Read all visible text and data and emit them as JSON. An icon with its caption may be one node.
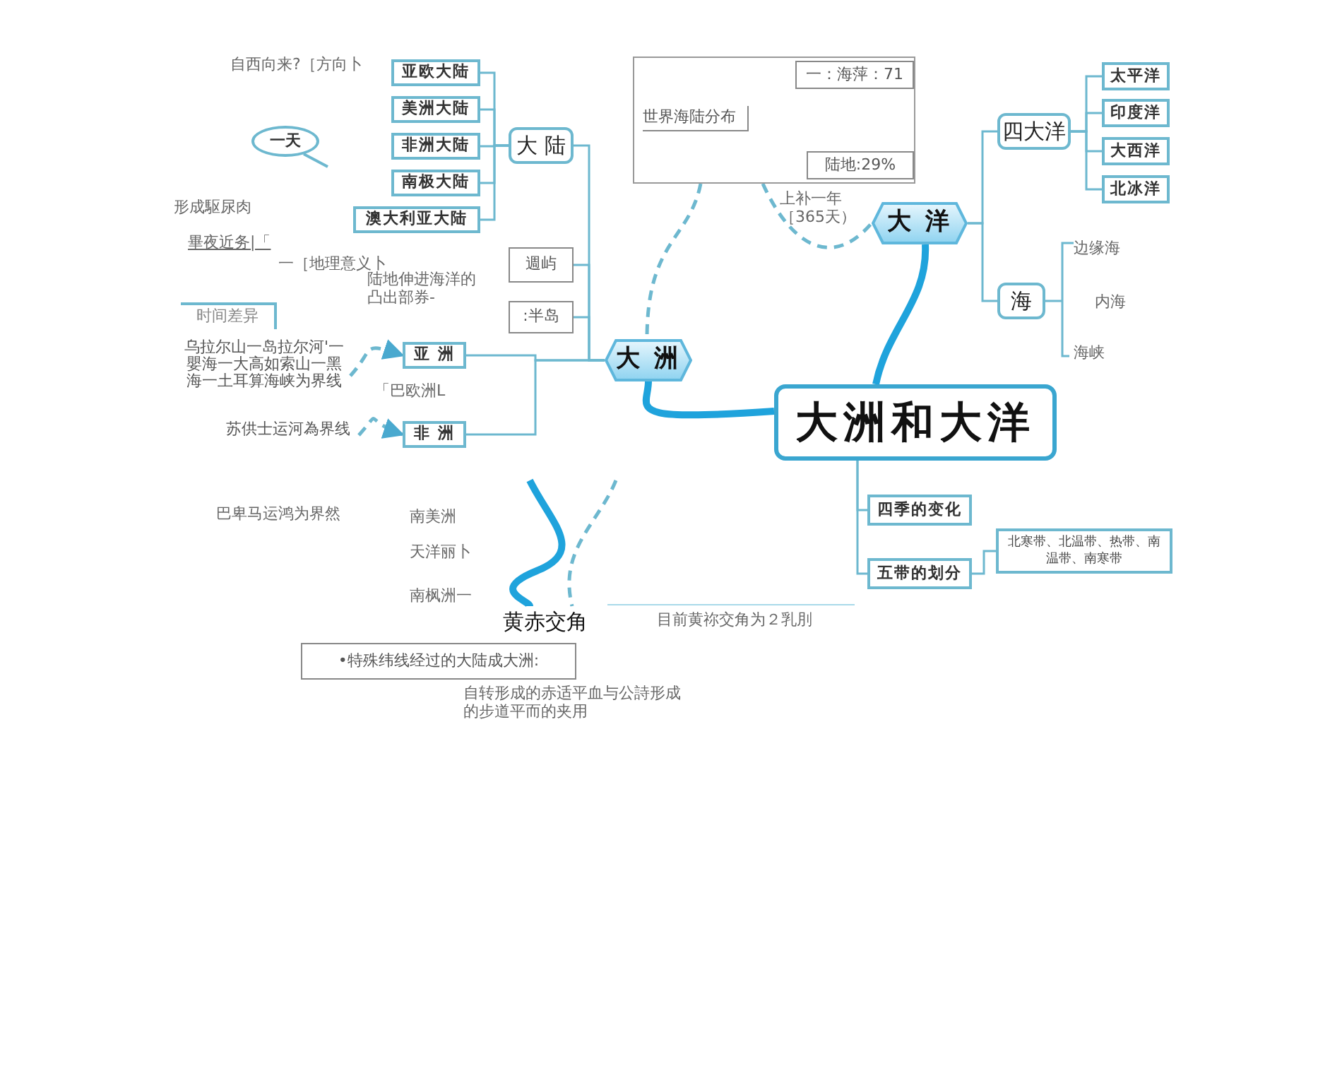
{
  "diagram": {
    "nodes": [
      {
        "text": [
          "大洲和大洋"
        ]
      },
      {
        "text": [
          "大 洲"
        ]
      },
      {
        "text": [
          "大 洋"
        ]
      },
      {
        "text": [
          "大 陆"
        ]
      },
      {
        "text": [
          "亚欧大陆"
        ]
      },
      {
        "text": [
          "美洲大陆"
        ]
      },
      {
        "text": [
          "非洲大陆"
        ]
      },
      {
        "text": [
          "南极大陆"
        ]
      },
      {
        "text": [
          "澳大利亚大陆"
        ]
      },
      {
        "text": [
          "週屿"
        ]
      },
      {
        "text": [
          ":半岛"
        ]
      },
      {
        "text": [
          "亚 洲"
        ]
      },
      {
        "text": [
          "非 洲"
        ]
      },
      {
        "text": [
          "四大洋"
        ]
      },
      {
        "text": [
          "太平洋"
        ]
      },
      {
        "text": [
          "印度洋"
        ]
      },
      {
        "text": [
          "大西洋"
        ]
      },
      {
        "text": [
          "北冰洋"
        ]
      },
      {
        "text": [
          "海"
        ]
      },
      {
        "text": [
          "四季的变化"
        ]
      },
      {
        "text": [
          "五带的划分"
        ]
      },
      {
        "text": [
          "北寒带、北温带、热带、南温带、南寒带"
        ]
      },
      {
        "text": [
          "世界海陆分布"
        ]
      },
      {
        "text": [
          "一：海萍：71"
        ],
        "in": 22
      },
      {
        "text": [
          "陆地:29%"
        ],
        "in": 22
      },
      {
        "text": [
          "一天"
        ]
      },
      {
        "text": [
          "时间差异"
        ]
      },
      {
        "text": [
          "乌拉尔山一岛拉尔河'一嬰海一大高如索山一黑海一土耳算海峡为界线"
        ]
      },
      {
        "text": [
          "苏供士运河為界线"
        ]
      },
      {
        "text": [
          "黄赤交角"
        ]
      },
      {
        "text": [
          "•特殊纬线经过的大陆成大洲:"
        ]
      }
    ],
    "edges": [
      {
        "from": 0,
        "to": 1,
        "arrow": "none",
        "style": "thick"
      },
      {
        "from": 0,
        "to": 2,
        "arrow": "none",
        "style": "thick"
      },
      {
        "from": 1,
        "to": 3,
        "arrow": "none"
      },
      {
        "from": 3,
        "to": 4,
        "arrow": "none"
      },
      {
        "from": 3,
        "to": 5,
        "arrow": "none"
      },
      {
        "from": 3,
        "to": 6,
        "arrow": "none"
      },
      {
        "from": 3,
        "to": 7,
        "arrow": "none"
      },
      {
        "from": 3,
        "to": 8,
        "arrow": "none"
      },
      {
        "from": 1,
        "to": 9,
        "arrow": "none"
      },
      {
        "from": 1,
        "to": 10,
        "arrow": "none"
      },
      {
        "from": 1,
        "to": 11,
        "arrow": "none"
      },
      {
        "from": 1,
        "to": 12,
        "arrow": "none"
      },
      {
        "from": 2,
        "to": 13,
        "arrow": "none"
      },
      {
        "from": 13,
        "to": 14,
        "arrow": "none"
      },
      {
        "from": 13,
        "to": 15,
        "arrow": "none"
      },
      {
        "from": 13,
        "to": 16,
        "arrow": "none"
      },
      {
        "from": 13,
        "to": 17,
        "arrow": "none"
      },
      {
        "from": 2,
        "to": 18,
        "arrow": "none"
      },
      {
        "from": 0,
        "to": 19,
        "arrow": "none"
      },
      {
        "from": 0,
        "to": 20,
        "arrow": "none"
      },
      {
        "from": 20,
        "to": 21,
        "arrow": "none"
      },
      {
        "from": 22,
        "to": 1,
        "arrow": "none",
        "style": "dashed"
      },
      {
        "from": 22,
        "to": 2,
        "arrow": "none",
        "style": "dashed"
      },
      {
        "from": 27,
        "to": 11,
        "arrow": "to",
        "style": "dashed"
      },
      {
        "from": 28,
        "to": 12,
        "arrow": "to",
        "style": "dashed"
      },
      {
        "from": null,
        "to": 29,
        "arrow": "none",
        "style": "thick"
      },
      {
        "from": null,
        "to": 29,
        "arrow": "none",
        "style": "dashed"
      }
    ],
    "labels": [
      "自西向来?［方向卜",
      "形成駆尿肉",
      "畢夜近务|「",
      "一［地理意义卜",
      "陆地伸进海洋的凸出部券-",
      "「巴欧洲L",
      "巴卑马运鸿为界然",
      "南美洲",
      "天洋丽卜",
      "南枫洲一",
      "目前黄祢交角为２乳刖",
      "自转形成的赤适平血与公詩形成的步道平而的夹用",
      "上补一年［365天）",
      "边缘海",
      "内海",
      "海峡"
    ]
  }
}
